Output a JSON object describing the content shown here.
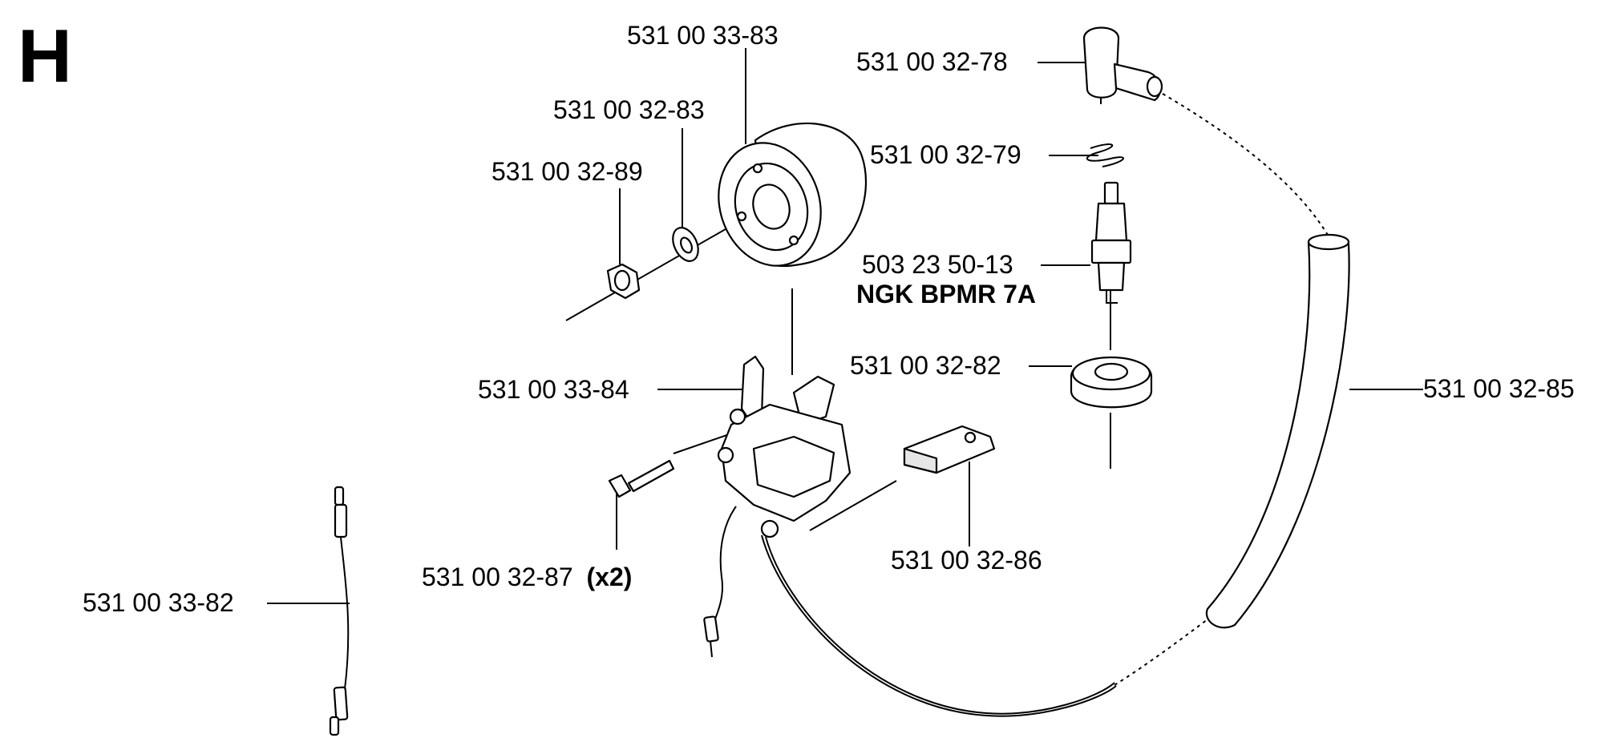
{
  "section_letter": "H",
  "parts": {
    "flywheel": "531 00 33-83",
    "washer": "531 00 32-83",
    "nut": "531 00 32-89",
    "ignition_module": "531 00 33-84",
    "screw": "531 00 32-87",
    "screw_qty": "(x2)",
    "wire_clip": "531 00 32-86",
    "short_ignition_cable": "531 00 33-82",
    "spark_plug_cap": "531 00 32-78",
    "spring": "531 00 32-79",
    "spark_plug": "503 23 50-13",
    "spark_plug_spec": "NGK BPMR 7A",
    "grommet": "531 00 32-82",
    "protective_hose": "531 00 32-85"
  }
}
